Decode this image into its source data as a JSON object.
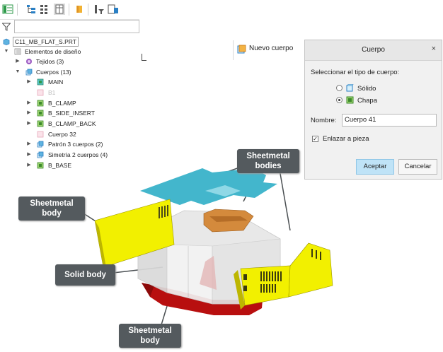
{
  "model_tree": {
    "root": "C11_MB_FLAT_S.PRT",
    "items": [
      {
        "label": "Elementos de diseño",
        "icon": "design-items-icon"
      },
      {
        "label": "Tejidos (3)",
        "icon": "quilts-icon"
      },
      {
        "label": "Cuerpos (13)",
        "icon": "bodies-icon"
      },
      {
        "label": "MAIN",
        "icon": "solid-body-icon"
      },
      {
        "label": "B1",
        "icon": "empty-body-icon"
      },
      {
        "label": "B_CLAMP",
        "icon": "sheetmetal-body-icon"
      },
      {
        "label": "B_SIDE_INSERT",
        "icon": "sheetmetal-body-icon"
      },
      {
        "label": "B_CLAMP_BACK",
        "icon": "sheetmetal-body-icon"
      },
      {
        "label": "Cuerpo 32",
        "icon": "empty-body-icon"
      },
      {
        "label": "Patrón 3 cuerpos (2)",
        "icon": "pattern-bodies-icon"
      },
      {
        "label": "Simetría 2 cuerpos (4)",
        "icon": "mirror-bodies-icon"
      },
      {
        "label": "B_BASE",
        "icon": "sheetmetal-body-icon"
      }
    ]
  },
  "nuevo_cuerpo": {
    "label": "Nuevo cuerpo",
    "icon": "new-body-icon"
  },
  "dialog": {
    "title": "Cuerpo",
    "close": "×",
    "prompt": "Seleccionar el tipo de cuerpo:",
    "options": [
      {
        "label": "Sólido",
        "selected": false
      },
      {
        "label": "Chapa",
        "selected": true
      }
    ],
    "name_label": "Nombre:",
    "name_value": "Cuerpo 41",
    "link_label": "Enlazar a pieza",
    "link_checked": true,
    "accept": "Aceptar",
    "cancel": "Cancelar"
  },
  "callouts": {
    "sheetmetal_top_1": "Sheetmetal",
    "sheetmetal_top_2": "bodies",
    "sheetmetal_left_1": "Sheetmetal",
    "sheetmetal_left_2": "body",
    "solid": "Solid body",
    "sheetmetal_bottom_1": "Sheetmetal",
    "sheetmetal_bottom_2": "body"
  },
  "colors": {
    "sheetmetal_yellow": "#f2f000",
    "sheetmetal_cyan": "#43b6cc",
    "sheetmetal_orange": "#d48a3c",
    "sheetmetal_red": "#b80f0f",
    "solid_grey": "#d9d9d9",
    "callout_bg": "#545a5e",
    "accept_blue": "#bfe3f7"
  }
}
